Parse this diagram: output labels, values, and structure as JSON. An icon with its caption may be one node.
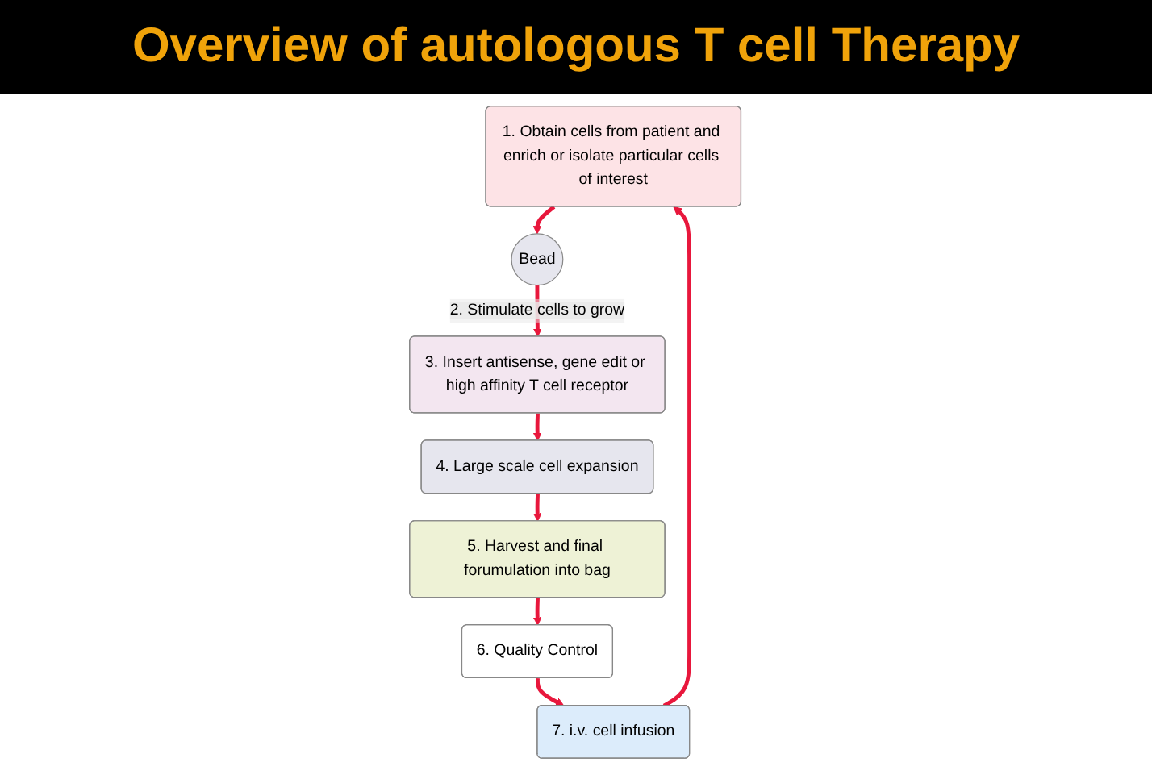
{
  "diagram": {
    "title": "Overview of autologous T cell Therapy",
    "nodes": [
      {
        "text": [
          "1. Obtain cells from patient and enrich or isolate particular cells of interest"
        ]
      },
      {
        "text": [
          "Bead"
        ]
      },
      {
        "text": [
          "3. Insert antisense, gene edit or high affinity T cell receptor"
        ]
      },
      {
        "text": [
          "4. Large scale cell expansion"
        ]
      },
      {
        "text": [
          "5. Harvest and final forumulation into bag"
        ]
      },
      {
        "text": [
          "6. Quality Control"
        ]
      },
      {
        "text": [
          "7. i.v. cell infusion"
        ]
      }
    ],
    "edges": [
      {
        "from": 0,
        "to": 1,
        "arrow": "to"
      },
      {
        "from": 1,
        "to": 2,
        "arrow": "to",
        "label": "2. Stimulate cells to grow"
      },
      {
        "from": 2,
        "to": 3,
        "arrow": "to"
      },
      {
        "from": 3,
        "to": 4,
        "arrow": "to"
      },
      {
        "from": 4,
        "to": 5,
        "arrow": "to"
      },
      {
        "from": 5,
        "to": 6,
        "arrow": "to"
      },
      {
        "from": 6,
        "to": 0,
        "arrow": "to"
      }
    ]
  }
}
